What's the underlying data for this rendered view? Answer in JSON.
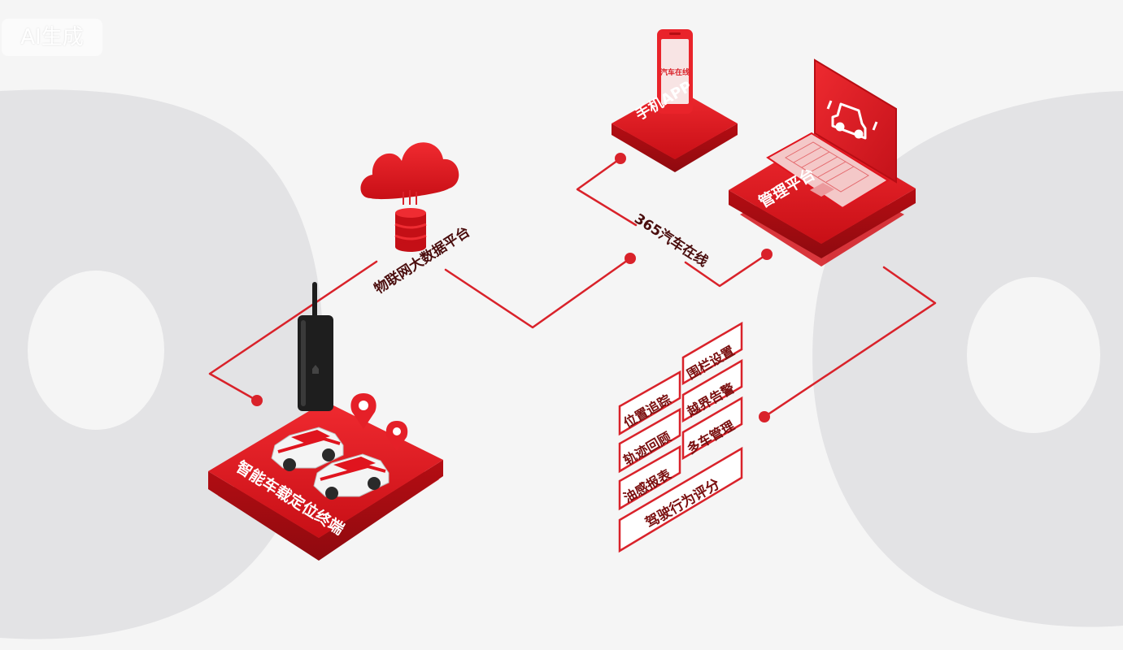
{
  "watermark": "AI生成",
  "nodes": {
    "terminal": {
      "label": "智能车载定位终端"
    },
    "cloud": {
      "label": "物联网大数据平台"
    },
    "phone": {
      "label": "手机APP",
      "screen_text": "汽车在线"
    },
    "platform": {
      "label": "管理平台"
    }
  },
  "link_label": "365汽车在线",
  "features": {
    "left": [
      "位置追踪",
      "轨迹回顾",
      "油感报表"
    ],
    "right": [
      "围栏设置",
      "越界告警",
      "多车管理"
    ],
    "bottom": "驾驶行为评分"
  },
  "colors": {
    "accent": "#e0141e",
    "accent_dark": "#b80d14",
    "line": "#d9222a",
    "background": "#f5f5f5",
    "blob": "#e3e3e5"
  }
}
